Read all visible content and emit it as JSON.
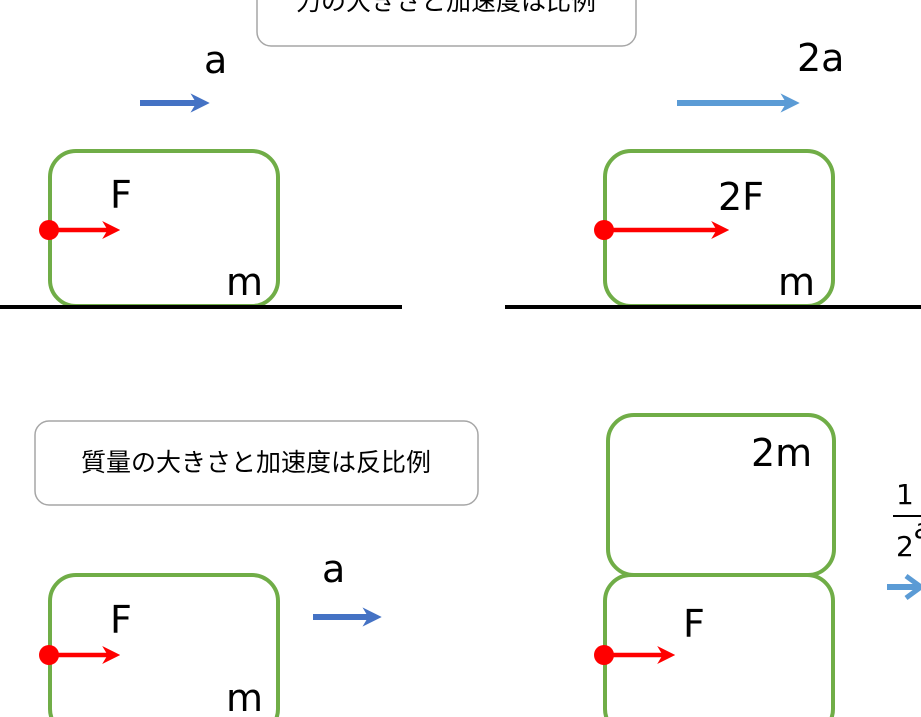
{
  "colors": {
    "box_stroke": "#70AD47",
    "force_arrow": "#FF0000",
    "accel_arrow_dark": "#4472C4",
    "accel_arrow_light": "#5B9BD5",
    "ground": "#000000",
    "caption_stroke": "#A6A6A6"
  },
  "top": {
    "caption": "力の大きさと加速度は比例",
    "left": {
      "accel_label": "a",
      "force_label": "F",
      "mass_label": "m"
    },
    "right": {
      "accel_label": "2a",
      "force_label": "2F",
      "mass_label": "m"
    }
  },
  "bottom": {
    "caption": "質量の大きさと加速度は反比例",
    "left": {
      "accel_label": "a",
      "force_label": "F",
      "mass_label": "m"
    },
    "right": {
      "upper_mass_label": "2m",
      "force_label": "F",
      "accel_numerator": "1",
      "accel_denominator": "2",
      "accel_symbol": "a"
    }
  }
}
